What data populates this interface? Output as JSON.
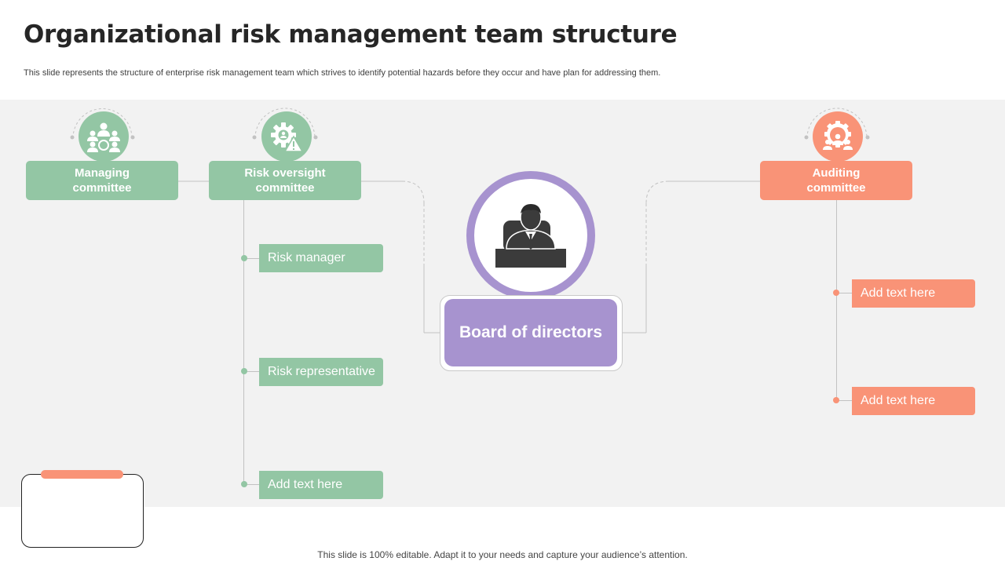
{
  "title": "Organizational risk management team structure",
  "subtitle": "This slide represents the structure of enterprise risk management team which strives to identify potential hazards before they occur and have plan for addressing them.",
  "board": {
    "label": "Board of directors"
  },
  "managing": {
    "label": "Managing committee"
  },
  "risk_oversight": {
    "label": "Risk oversight committee",
    "items": [
      "Risk manager",
      "Risk representative",
      "Add text here"
    ]
  },
  "auditing": {
    "label": "Auditing committee",
    "items": [
      "Add text here",
      "Add text here"
    ]
  },
  "footer": "This slide is 100% editable. Adapt it to your needs and capture your audience’s attention.",
  "colors": {
    "green": "#93c6a4",
    "orange": "#f99377",
    "purple": "#a793cf",
    "background": "#f2f2f2"
  },
  "icons": [
    "team-meeting-icon",
    "gear-warning-icon",
    "group-gear-icon",
    "businessman-icon"
  ]
}
